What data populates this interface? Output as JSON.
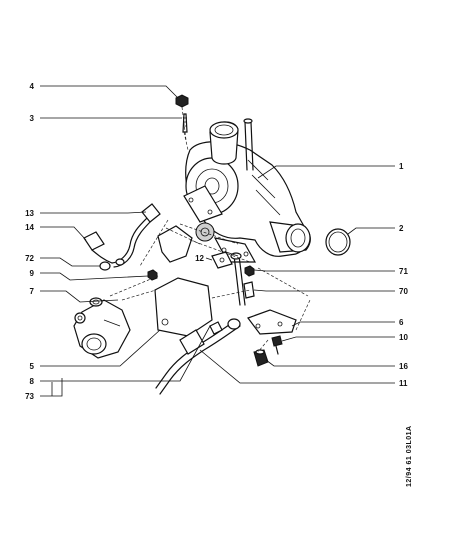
{
  "callouts_left": [
    {
      "id": "4",
      "label": "4"
    },
    {
      "id": "3",
      "label": "3"
    },
    {
      "id": "13",
      "label": "13"
    },
    {
      "id": "14",
      "label": "14"
    },
    {
      "id": "72",
      "label": "72"
    },
    {
      "id": "9",
      "label": "9"
    },
    {
      "id": "7",
      "label": "7"
    },
    {
      "id": "5",
      "label": "5"
    },
    {
      "id": "8",
      "label": "8"
    },
    {
      "id": "73",
      "label": "73"
    }
  ],
  "callouts_right": [
    {
      "id": "1",
      "label": "1"
    },
    {
      "id": "2",
      "label": "2"
    },
    {
      "id": "71",
      "label": "71"
    },
    {
      "id": "70",
      "label": "70"
    },
    {
      "id": "6",
      "label": "6"
    },
    {
      "id": "10",
      "label": "10"
    },
    {
      "id": "16",
      "label": "16"
    },
    {
      "id": "11",
      "label": "11"
    }
  ],
  "callouts_center": [
    {
      "id": "12",
      "label": "12"
    }
  ],
  "reference_code": "12/94 61 03L01A"
}
